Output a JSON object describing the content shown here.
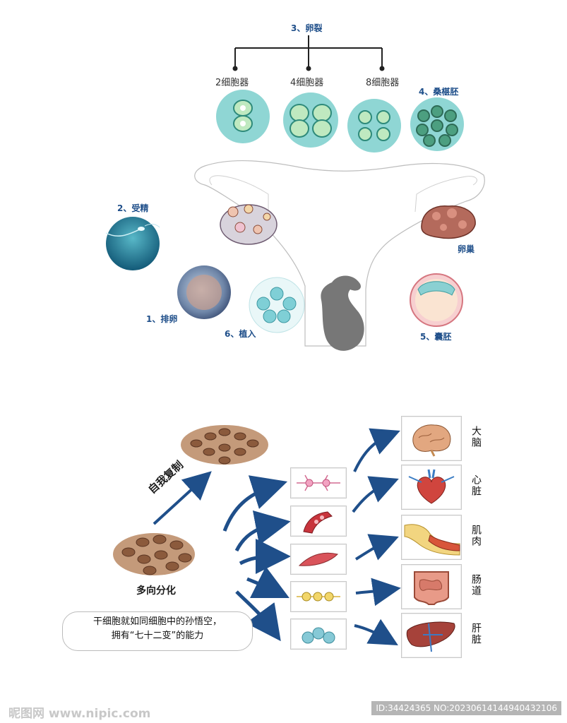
{
  "cleavage": {
    "title": "3、卵裂",
    "stages": [
      "2细胞器",
      "4细胞器",
      "8细胞器"
    ]
  },
  "stage_labels": {
    "morula": "4、桑椹胚",
    "fertilization": "2、受精",
    "ovary": "卵巢",
    "ovulation": "1、排卵",
    "implantation": "6、植入",
    "blastocyst": "5、囊胚"
  },
  "stem": {
    "self_renewal": "自我复制",
    "differentiation": "多向分化",
    "caption_line1": "干细胞就如同细胞中的孙悟空，",
    "caption_line2": "拥有“七十二变”的能力"
  },
  "organs": [
    "大脑",
    "心脏",
    "肌肉",
    "肠道",
    "肝脏"
  ],
  "watermark": {
    "left": "昵图网 www.nipic.com",
    "right": "ID:34424365 NO:20230614144940432106"
  },
  "colors": {
    "accent_blue": "#1f4f8a",
    "cell_teal": "#8fd6d4",
    "cell_brown": "#8b5a3c"
  }
}
